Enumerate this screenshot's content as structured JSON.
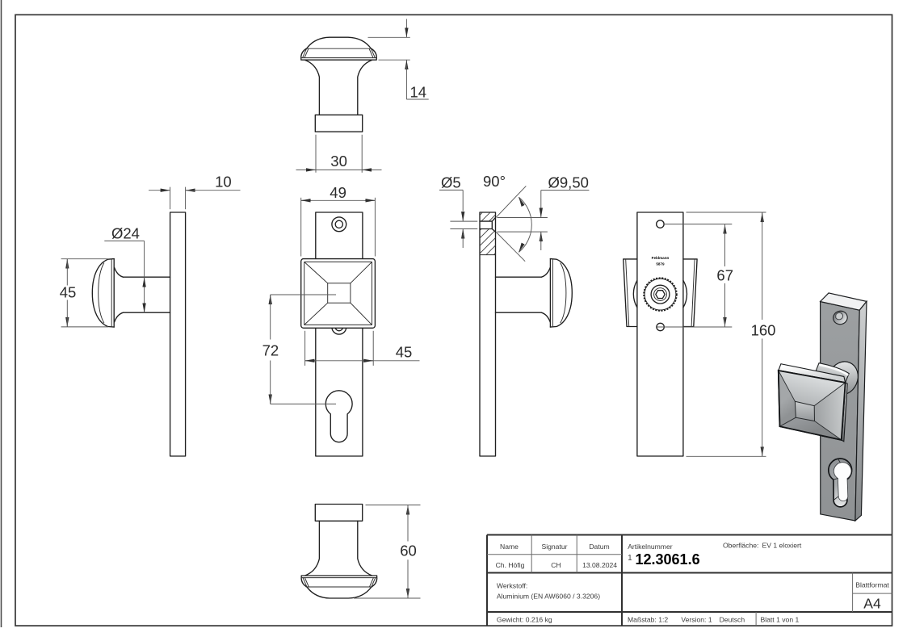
{
  "drawing_type": "technical-drawing",
  "views": {
    "knob_top": {
      "dims": {
        "cap_height": "14",
        "base_width": "30"
      }
    },
    "side_left": {
      "dims": {
        "plate_thickness": "10",
        "neck_diameter": "Ø24",
        "knob_height": "45"
      }
    },
    "front": {
      "dims": {
        "knob_width": "49",
        "knob_to_cylinder_distance": "72",
        "knob_base_width": "45"
      }
    },
    "section": {
      "dims": {
        "hole_diameter": "Ø5",
        "countersink_angle": "90°",
        "countersink_diameter": "Ø9,50"
      }
    },
    "rear": {
      "dims": {
        "hole_spacing": "67",
        "plate_height": "160"
      },
      "stamp": [
        "Feldmann",
        "5879"
      ]
    },
    "knob_bottom": {
      "dims": {
        "total_height": "60"
      }
    }
  },
  "title_block": {
    "name_label": "Name",
    "signature_label": "Signatur",
    "date_label": "Datum",
    "name_value": "Ch. Höfig",
    "signature_value": "CH",
    "date_value": "13.08.2024",
    "article_label": "Artikelnummer",
    "article_prefix": "1",
    "article_number": "12.3061.6",
    "surface_label": "Oberfläche:",
    "surface_value": "EV 1 eloxiert",
    "material_label": "Werkstoff:",
    "material_value": "Aluminium (EN AW6060 / 3.3206)",
    "weight_label": "Gewicht: 0.216 kg",
    "scale_label": "Maßstab: 1:2",
    "version_label": "Version: 1",
    "language_label": "Deutsch",
    "sheet_label": "Blatt 1 von 1",
    "format_label": "Blattformat",
    "format_value": "A4"
  }
}
